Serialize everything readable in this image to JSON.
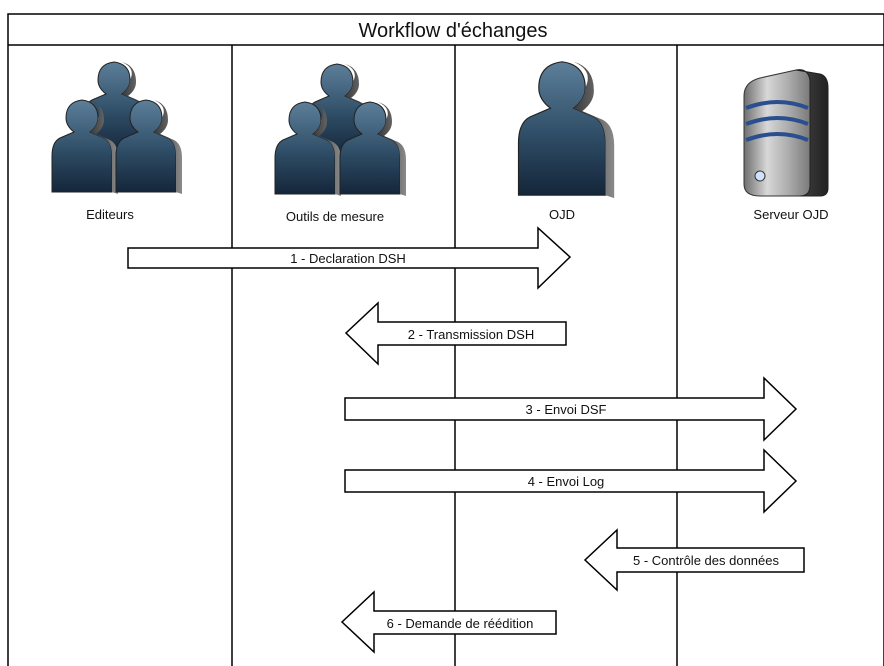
{
  "title": "Workflow d'échanges",
  "lanes": [
    {
      "label": "Editeurs",
      "icon": "user-group-icon"
    },
    {
      "label": "Outils de mesure",
      "icon": "user-group-icon"
    },
    {
      "label": "OJD",
      "icon": "user-icon"
    },
    {
      "label": "Serveur OJD",
      "icon": "server-icon"
    }
  ],
  "arrows": [
    {
      "label": "1 - Declaration DSH",
      "direction": "right"
    },
    {
      "label": "2 - Transmission DSH",
      "direction": "left"
    },
    {
      "label": "3 - Envoi DSF",
      "direction": "right"
    },
    {
      "label": "4 - Envoi Log",
      "direction": "right"
    },
    {
      "label": "5 - Contrôle des données",
      "direction": "left"
    },
    {
      "label": "6 - Demande de réédition",
      "direction": "left"
    }
  ]
}
